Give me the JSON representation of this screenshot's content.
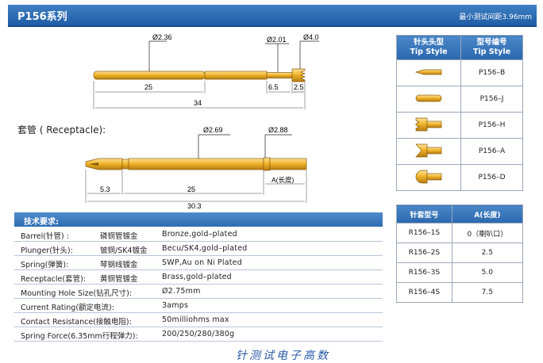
{
  "header": {
    "title": "P156系列",
    "note": "最小测试间距3.96mm"
  },
  "probe": {
    "dims": {
      "d1": "Ø2.36",
      "d2": "Ø2.01",
      "d3": "Ø4.0",
      "len_a": "25",
      "len_b": "6.5",
      "len_c": "2.5",
      "total": "34"
    }
  },
  "receptacle": {
    "label": "套管 ( Receptacle):",
    "dims": {
      "d1": "Ø2.69",
      "d2": "Ø2.88",
      "len_a": "5.3",
      "len_b": "25",
      "len_c": "A(长度)",
      "total": "30.3"
    }
  },
  "spec": {
    "heading": "技术要求:",
    "rows": [
      {
        "label": "Barrel(针管) :",
        "cn": "磷铜管镀金",
        "value": "Bronze,gold–plated"
      },
      {
        "label": "Plunger(针头):",
        "cn": "铍铜/SK4镀金",
        "value": "Becu/SK4,gold–plated"
      },
      {
        "label": "Spring(弹簧):",
        "cn": "琴钢线镀金",
        "value": "SWP,Au on Ni Plated"
      },
      {
        "label": "Receptacle(套管):",
        "cn": "黄铜管镀金",
        "value": "Brass,gold–plated"
      },
      {
        "label": "Mounting Hole Size(钻孔尺寸):",
        "cn": "",
        "value": "Ø2.75mm"
      },
      {
        "label": "Current Rating(额定电流):",
        "cn": "",
        "value": "3amps"
      },
      {
        "label": "Contact Resistance(接触电阻):",
        "cn": "",
        "value": "50milliohms max"
      },
      {
        "label": "Spring Force(6.35mm行程弹力):",
        "cn": "",
        "value": "200/250/280/380g"
      }
    ]
  },
  "tip_table": {
    "h1_cn": "针头头型",
    "h1_en": "Tip Style",
    "h2_cn": "型号编号",
    "h2_en": "Tip Style",
    "rows": [
      {
        "icon": "cone-tip-icon",
        "code": "P156–B"
      },
      {
        "icon": "flat-tip-icon",
        "code": "P156–J"
      },
      {
        "icon": "crown-tip-icon",
        "code": "P156–H"
      },
      {
        "icon": "concave-tip-icon",
        "code": "P156–A"
      },
      {
        "icon": "round-tip-icon",
        "code": "P156–D"
      }
    ]
  },
  "rec_table": {
    "h1": "针套型号",
    "h2": "A(长度)",
    "rows": [
      {
        "model": "R156–1S",
        "length": "0（喇叭口）"
      },
      {
        "model": "R156–2S",
        "length": "2.5"
      },
      {
        "model": "R156–3S",
        "length": "5.0"
      },
      {
        "model": "R156–4S",
        "length": "7.5"
      }
    ]
  },
  "footer": "针测试电子高数",
  "colors": {
    "gold": "#f2b52c",
    "gold_dark": "#b07a10",
    "header_blue": "#2a68b0"
  }
}
